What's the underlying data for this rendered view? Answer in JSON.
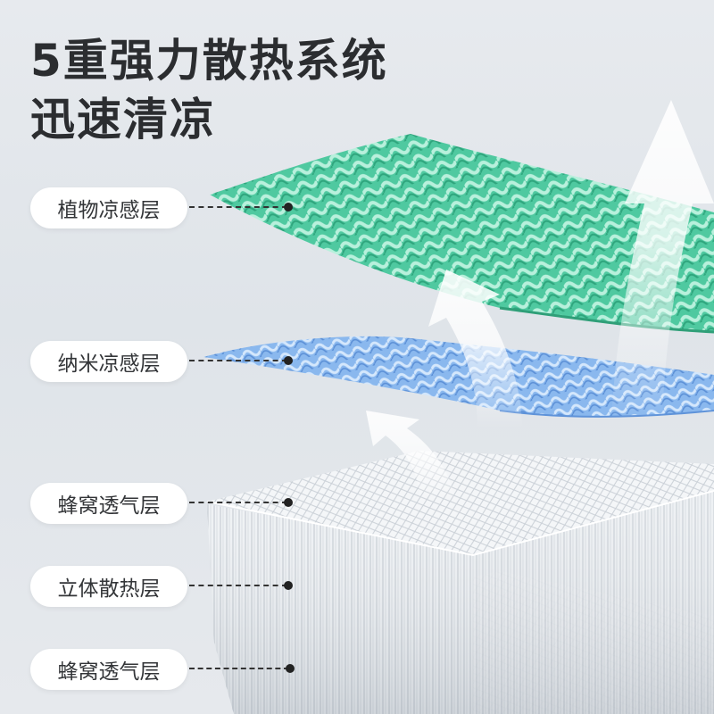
{
  "headline": {
    "line1": "5重强力散热系统",
    "line2": "迅速清凉"
  },
  "layers": [
    {
      "label": "植物凉感层"
    },
    {
      "label": "纳米凉感层"
    },
    {
      "label": "蜂窝透气层"
    },
    {
      "label": "立体散热层"
    },
    {
      "label": "蜂窝透气层"
    }
  ],
  "colors": {
    "plant_layer": "#55cfa6",
    "nano_layer": "#7eaee8",
    "mesh_layer": "#ffffff",
    "text": "#2b2d30",
    "background": "#e3e7eb"
  }
}
